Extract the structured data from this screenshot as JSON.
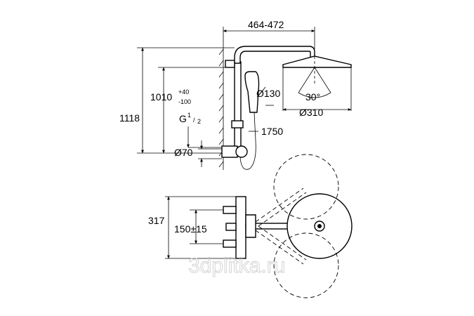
{
  "dimensions": {
    "arm_reach": "464-472",
    "handshower_diameter": "Ø130",
    "spray_angle": "30°",
    "head_diameter": "Ø310",
    "hose_length": "1750",
    "total_height": "1118",
    "mount_height_base": "1010",
    "mount_height_tol_plus": "+40",
    "mount_height_tol_minus": "-100",
    "thread_g": "G",
    "thread_num": "1",
    "thread_den": "2",
    "thermostat_diameter": "Ø70",
    "width_total": "317",
    "inlet_spacing": "150±15"
  },
  "watermark": "3dplitka.ru"
}
